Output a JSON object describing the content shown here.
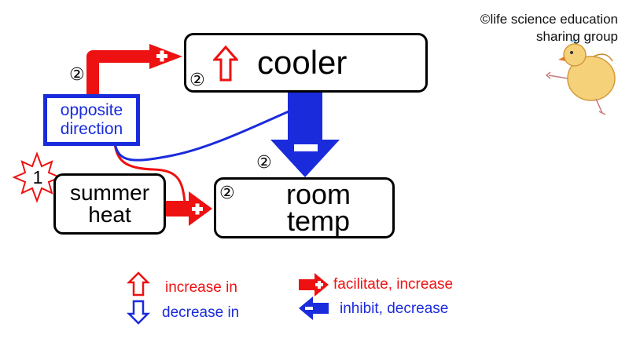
{
  "credit": {
    "line1": "©life science education",
    "line2": "sharing group"
  },
  "nodes": {
    "cooler": {
      "label": "cooler",
      "step": "②"
    },
    "opposite": {
      "line1": "opposite",
      "line2": "direction",
      "step": "②"
    },
    "summer": {
      "line1": "summer",
      "line2": "heat",
      "step": "1"
    },
    "room": {
      "line1": "room",
      "line2": "temp",
      "step": "②"
    },
    "arrow_step": "②"
  },
  "legend": {
    "increase_in": "increase in",
    "decrease_in": "decrease in",
    "facilitate": "facilitate, increase",
    "inhibit": "inhibit, decrease"
  },
  "colors": {
    "red": "#ee1111",
    "blue": "#1a2bdc",
    "black": "#000000"
  }
}
